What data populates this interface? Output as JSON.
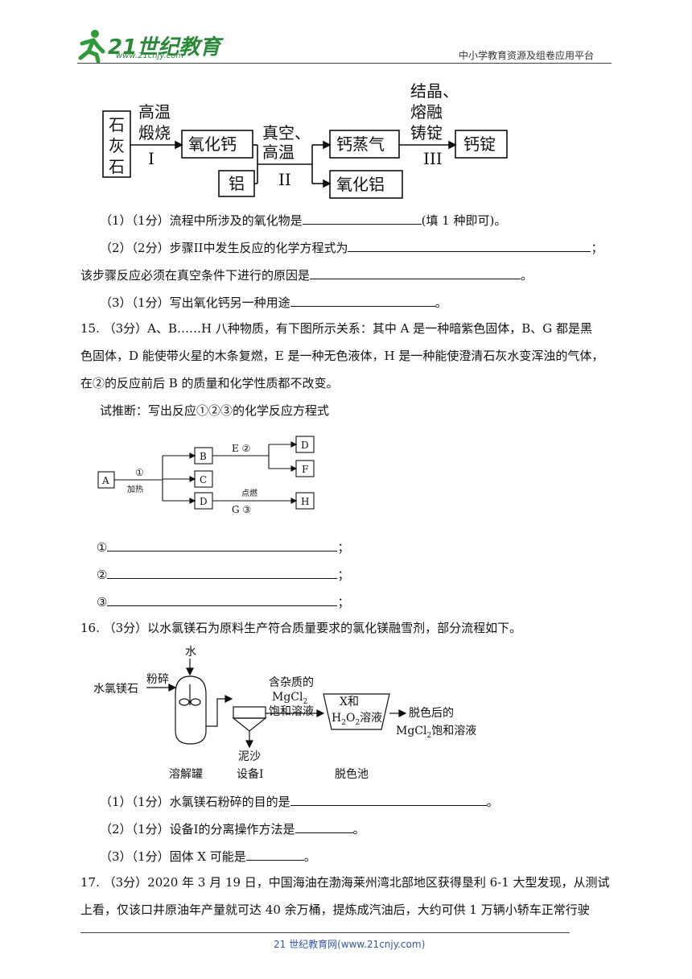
{
  "header": {
    "logo_main": "21世纪教育",
    "logo_url": "www.21cnjy.com",
    "right_text": "中小学教育资源及组卷应用平台"
  },
  "flow14": {
    "limestone": [
      "石",
      "灰",
      "石"
    ],
    "step1_top": "高温",
    "step1_mid": "煅烧",
    "step1_num": "I",
    "cao": "氧化钙",
    "al": "铝",
    "step2_top": "真空、",
    "step2_mid": "高温",
    "step2_num": "II",
    "ca_vapor": "钙蒸气",
    "al2o3": "氧化铝",
    "step3_top": "结晶、",
    "step3_mid": "熔融",
    "step3_low": "铸锭",
    "step3_num": "III",
    "ca_ingot": "钙锭"
  },
  "q14": {
    "p1_pre": "（1）（1分）流程中所涉及的氧化物是",
    "p1_post": "(填 1 种即可)。",
    "p2_pre": "（2）（2分）步骤II中发生反应的化学方程式为",
    "p2_post": "；",
    "p2b_pre": "该步骤反应必须在真空条件下进行的原因是",
    "p2b_post": "。",
    "p3_pre": "（3）（1分）写出氧化钙另一种用途",
    "p3_post": "。"
  },
  "q15": {
    "line1": "15. （3分）A、B……H 八种物质，有下图所示关系：其中 A 是一种暗紫色固体，B、G 都是黑",
    "line2": "色固体，D 能使带火星的木条复燃，E 是一种无色液体，H 是一种能使澄清石灰水变浑浊的气体，",
    "line3": "在②的反应前后 B 的质量和化学性质都不改变。",
    "line4": "试推断：写出反应①②③的化学反应方程式",
    "ans1": "①",
    "ans2": "②",
    "ans3": "③",
    "semicolon": "；"
  },
  "diagram15": {
    "A": "A",
    "B": "B",
    "C": "C",
    "D": "D",
    "F": "F",
    "H": "H",
    "r1": "①",
    "heat": "加热",
    "E2": "E ②",
    "ignite": "点燃",
    "G3": "G ③"
  },
  "q16": {
    "line1": "16. （3分）以水氯镁石为原料生产符合质量要求的氯化镁融雪剂，部分流程如下。",
    "p1_pre": "（1）（1分）水氯镁石粉碎的目的是",
    "p1_post": "。",
    "p2_pre": "（2）（1分）设备I的分离操作方法是",
    "p2_post": "。",
    "p3_pre": "（3）（1分）固体 X 可能是",
    "p3_post": "。"
  },
  "diagram16": {
    "water": "水",
    "mineral": "水氯镁石",
    "crush": "粉碎",
    "impure1": "含杂质的",
    "impure2": "MgCl",
    "impure3": "饱和溶液",
    "x_and": "X和",
    "h2o2": "H",
    "h2o2_tail": "O",
    "sol": "溶液",
    "out1": "脱色后的",
    "out2": "MgCl",
    "out2_tail": "饱和溶液",
    "mud": "泥沙",
    "tank": "溶解罐",
    "device": "设备I",
    "pool": "脱色池"
  },
  "q17": {
    "line1": "17. （3分）2020 年 3 月 19 日，中国海油在渤海莱州湾北部地区获得垦利 6-1 大型发现，从测试",
    "line2": "上看，仅该口井原油年产量就可达 40 余万桶，提炼成汽油后，大约可供 1 万辆小轿车正常行驶"
  },
  "footer": {
    "text": "21 世纪教育网(www.21cnjy.com)"
  }
}
